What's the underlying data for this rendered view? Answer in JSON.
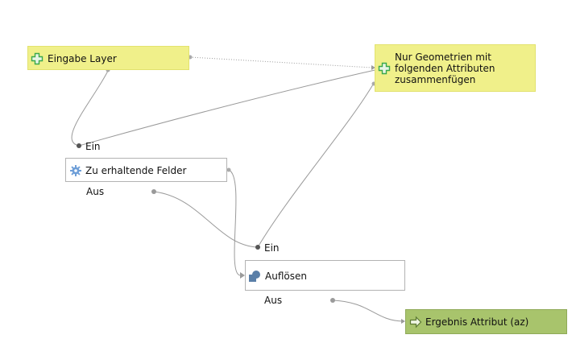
{
  "nodes": {
    "eingabe_layer": {
      "label": "Eingabe Layer",
      "kind": "model-input",
      "icon": "plus-icon"
    },
    "nur_geometrien": {
      "label": "Nur Geometrien mit\nfolgenden Attributen\nzusammenfügen",
      "kind": "model-input",
      "icon": "plus-icon"
    },
    "zu_erhaltende_felder": {
      "label": "Zu erhaltende Felder",
      "kind": "algorithm",
      "icon": "gear-icon",
      "port_in": "Ein",
      "port_out": "Aus"
    },
    "aufloesen": {
      "label": "Auflösen",
      "kind": "algorithm",
      "icon": "dissolve-icon",
      "port_in": "Ein",
      "port_out": "Aus"
    },
    "ergebnis": {
      "label": "Ergebnis Attribut (az)",
      "kind": "model-output",
      "icon": "arrow-right-icon"
    }
  },
  "colors": {
    "input_fill": "#f0f08a",
    "algorithm_fill": "#ffffff",
    "output_fill": "#a8c46c",
    "connector": "#9a9a9a",
    "port_dot": "#7a7a7a",
    "plus_icon": "#3aa84a"
  }
}
